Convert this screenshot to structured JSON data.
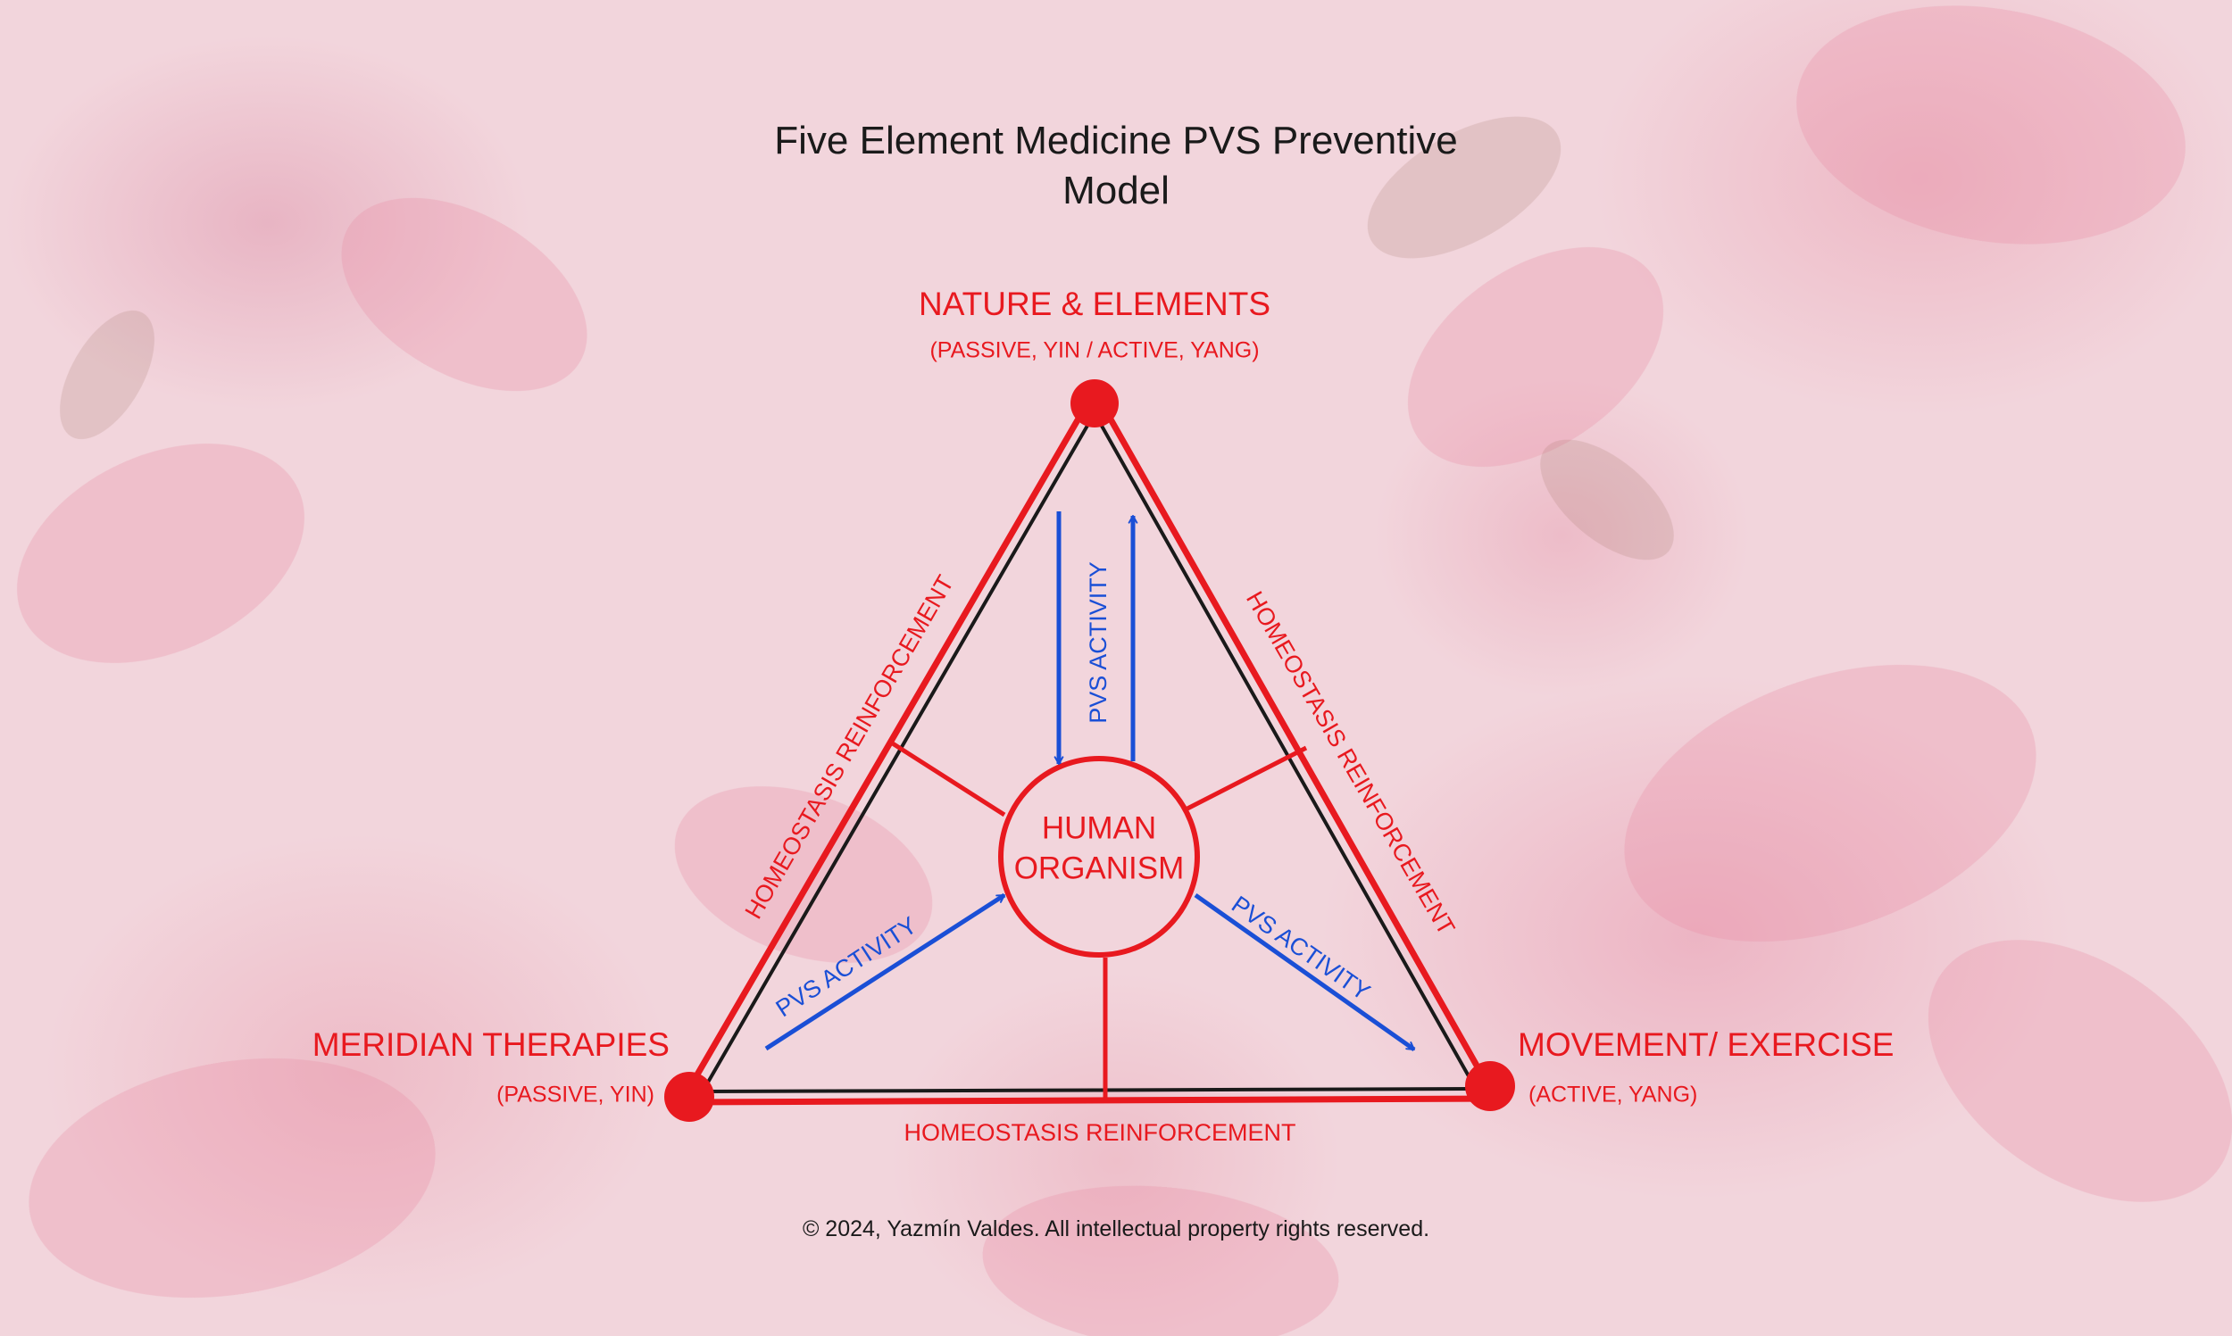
{
  "title": {
    "line1": "Five Element Medicine PVS Preventive",
    "line2": "Model"
  },
  "nodes": {
    "top": {
      "title": "NATURE & ELEMENTS",
      "subtitle": "(PASSIVE, YIN / ACTIVE, YANG)"
    },
    "left": {
      "title": "MERIDIAN THERAPIES",
      "subtitle": "(PASSIVE, YIN)"
    },
    "right": {
      "title": "MOVEMENT/ EXERCISE",
      "subtitle": "(ACTIVE, YANG)"
    }
  },
  "center": {
    "line1": "HUMAN",
    "line2": "ORGANISM"
  },
  "edges": {
    "left": "HOMEOSTASIS REINFORCEMENT",
    "right": "HOMEOSTASIS REINFORCEMENT",
    "bottom": "HOMEOSTASIS REINFORCEMENT"
  },
  "arrows": {
    "top": "PVS ACTIVITY",
    "left": "PVS ACTIVITY",
    "right": "PVS ACTIVITY"
  },
  "colors": {
    "accent_red": "#e8191f",
    "arrow_blue": "#1a4fd6",
    "outline_dark": "#1a1a1a"
  },
  "copyright": "© 2024, Yazmín Valdes. All intellectual property rights reserved."
}
